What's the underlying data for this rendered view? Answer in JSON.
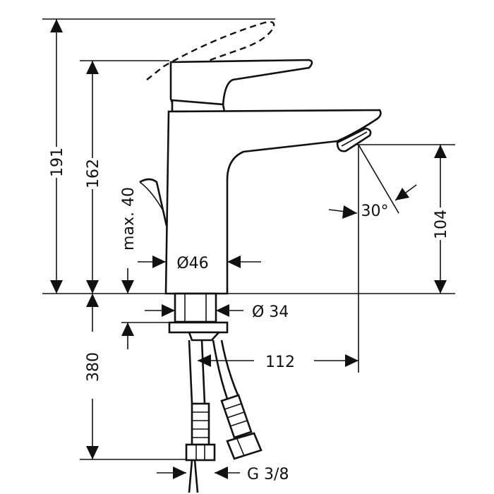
{
  "dimensions": {
    "total_height": "191",
    "spout_height": "162",
    "max_pop_up": "max. 40",
    "body_diameter": "Ø46",
    "spout_clearance": "104",
    "angle": "30°",
    "shank_diameter": "Ø 34",
    "projection": "112",
    "hose_length": "380",
    "connection": "G 3/8"
  }
}
